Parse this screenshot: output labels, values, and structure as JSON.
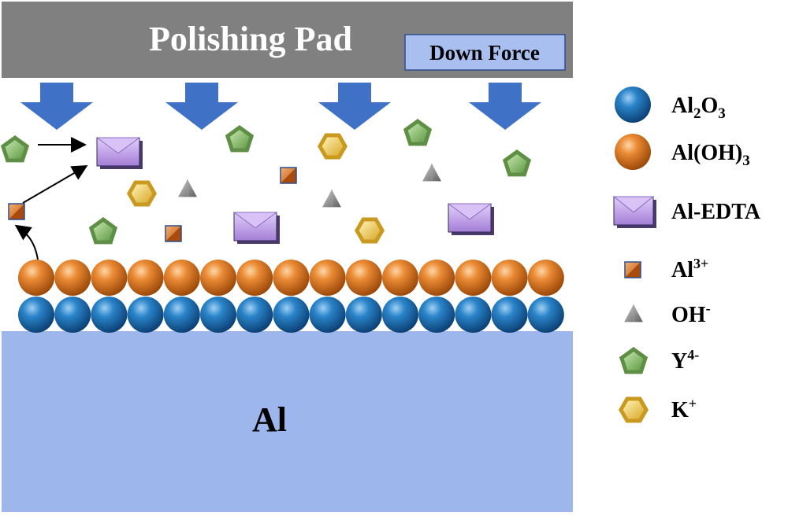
{
  "diagram": {
    "pad_label": "Polishing Pad",
    "force_label": "Down Force",
    "substrate_label": "Al",
    "colors": {
      "pad": "#808080",
      "force_box": "#a8bff0",
      "arrow": "#3f72c6",
      "substrate": "#9db6ec",
      "oxide": "#1b6fb3",
      "hydroxide": "#e17a26",
      "complex": "#c4a2ea",
      "ion_al": "#e07a28",
      "ion_oh": "#8d8d8d",
      "ion_y": "#8bbd6a",
      "ion_k": "#f2d56b"
    }
  },
  "legend": [
    {
      "icon": "al2o3-sphere-icon",
      "label_main": "Al",
      "sub1": "2",
      "mid": "O",
      "sub2": "3"
    },
    {
      "icon": "aloh3-sphere-icon",
      "label_main": "Al(OH)",
      "sub1": "3"
    },
    {
      "icon": "al-edta-complex-icon",
      "label_main": "Al-EDTA"
    },
    {
      "icon": "al3plus-cube-icon",
      "label_main": "Al",
      "sup": "3+"
    },
    {
      "icon": "oh-minus-triangle-icon",
      "label_main": "OH",
      "sup": "-"
    },
    {
      "icon": "y4minus-pentagon-icon",
      "label_main": "Y",
      "sup": "4-"
    },
    {
      "icon": "kplus-hexagon-icon",
      "label_main": "K",
      "sup": "+"
    }
  ]
}
